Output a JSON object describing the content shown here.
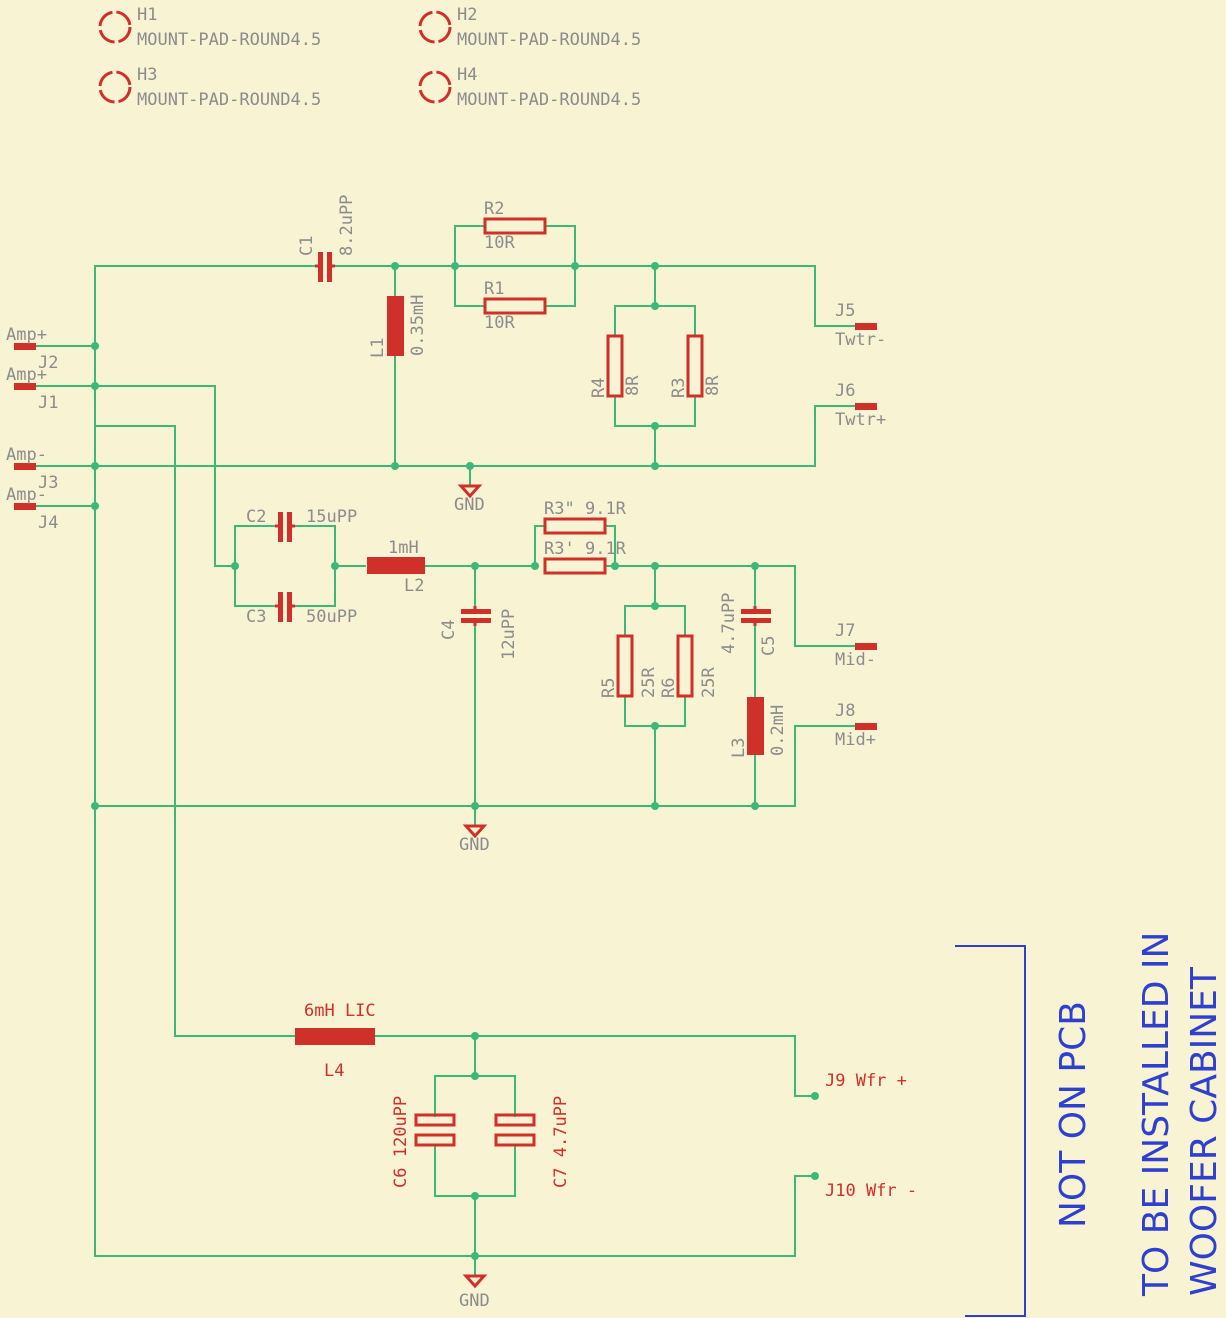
{
  "mount": [
    {
      "ref": "H1",
      "value": "MOUNT-PAD-ROUND4.5"
    },
    {
      "ref": "H2",
      "value": "MOUNT-PAD-ROUND4.5"
    },
    {
      "ref": "H3",
      "value": "MOUNT-PAD-ROUND4.5"
    },
    {
      "ref": "H4",
      "value": "MOUNT-PAD-ROUND4.5"
    }
  ],
  "inputs": {
    "j2": {
      "ref": "J2",
      "value": "Amp+"
    },
    "j1": {
      "ref": "J1",
      "value": "Amp+"
    },
    "j3": {
      "ref": "J3",
      "value": "Amp-"
    },
    "j4": {
      "ref": "J4",
      "value": "Amp-"
    }
  },
  "tweeter": {
    "c1": {
      "ref": "C1",
      "value": "8.2uPP"
    },
    "l1": {
      "ref": "L1",
      "value": "0.35mH"
    },
    "r2": {
      "ref": "R2",
      "value": "10R"
    },
    "r1": {
      "ref": "R1",
      "value": "10R"
    },
    "r4": {
      "ref": "R4",
      "value": "8R"
    },
    "r3": {
      "ref": "R3",
      "value": "8R"
    },
    "j5": {
      "ref": "J5",
      "value": "Twtr-"
    },
    "j6": {
      "ref": "J6",
      "value": "Twtr+"
    },
    "gnd": "GND"
  },
  "mid": {
    "c2": {
      "ref": "C2",
      "value": "15uPP"
    },
    "c3": {
      "ref": "C3",
      "value": "50uPP"
    },
    "l2": {
      "ref": "L2",
      "value": "1mH"
    },
    "c4": {
      "ref": "C4",
      "value": "12uPP"
    },
    "r3a": {
      "ref": "R3\"",
      "value": "9.1R"
    },
    "r3b": {
      "ref": "R3'",
      "value": "9.1R"
    },
    "r5": {
      "ref": "R5",
      "value": "25R"
    },
    "r6": {
      "ref": "R6",
      "value": "25R"
    },
    "c5": {
      "ref": "C5",
      "value": "4.7uPP"
    },
    "l3": {
      "ref": "L3",
      "value": "0.2mH"
    },
    "j7": {
      "ref": "J7",
      "value": "Mid-"
    },
    "j8": {
      "ref": "J8",
      "value": "Mid+"
    },
    "gnd": "GND"
  },
  "woofer": {
    "l4": {
      "ref": "L4",
      "value": "6mH LIC"
    },
    "c6": {
      "ref": "C6",
      "value": "120uPP"
    },
    "c7": {
      "ref": "C7",
      "value": "4.7uPP"
    },
    "j9": "J9 Wfr +",
    "j10": "J10 Wfr -",
    "gnd": "GND"
  },
  "notes": {
    "not_on_pcb": "NOT ON PCB",
    "install_line1": "TO BE INSTALLED IN",
    "install_line2": "WOOFER CABINET"
  },
  "colors": {
    "background": "#F7F3D3",
    "wire": "#3CB878",
    "part": "#D0302A",
    "label": "#8C8C8C",
    "note": "#2F3FCF"
  }
}
